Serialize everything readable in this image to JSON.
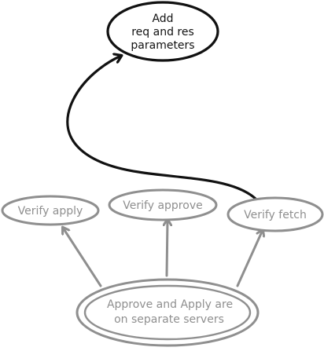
{
  "diagram": {
    "nodes": {
      "add_params": {
        "lines": [
          "Add",
          "req and res",
          "parameters"
        ],
        "style": "highlighted"
      },
      "verify_apply": {
        "lines": [
          "Verify apply"
        ],
        "style": "muted"
      },
      "verify_approve": {
        "lines": [
          "Verify approve"
        ],
        "style": "muted"
      },
      "verify_fetch": {
        "lines": [
          "Verify fetch"
        ],
        "style": "muted"
      },
      "separate_servers": {
        "lines": [
          "Approve and Apply are",
          "on separate servers"
        ],
        "style": "muted-double-border"
      }
    },
    "edges": [
      {
        "from": "separate_servers",
        "to": "verify_apply",
        "style": "muted"
      },
      {
        "from": "separate_servers",
        "to": "verify_approve",
        "style": "muted"
      },
      {
        "from": "separate_servers",
        "to": "verify_fetch",
        "style": "muted"
      },
      {
        "from": "verify_fetch",
        "to": "add_params",
        "style": "highlighted-curved"
      }
    ],
    "colors": {
      "highlight": "#111111",
      "muted": "#8f8f8f",
      "background": "#ffffff"
    }
  }
}
